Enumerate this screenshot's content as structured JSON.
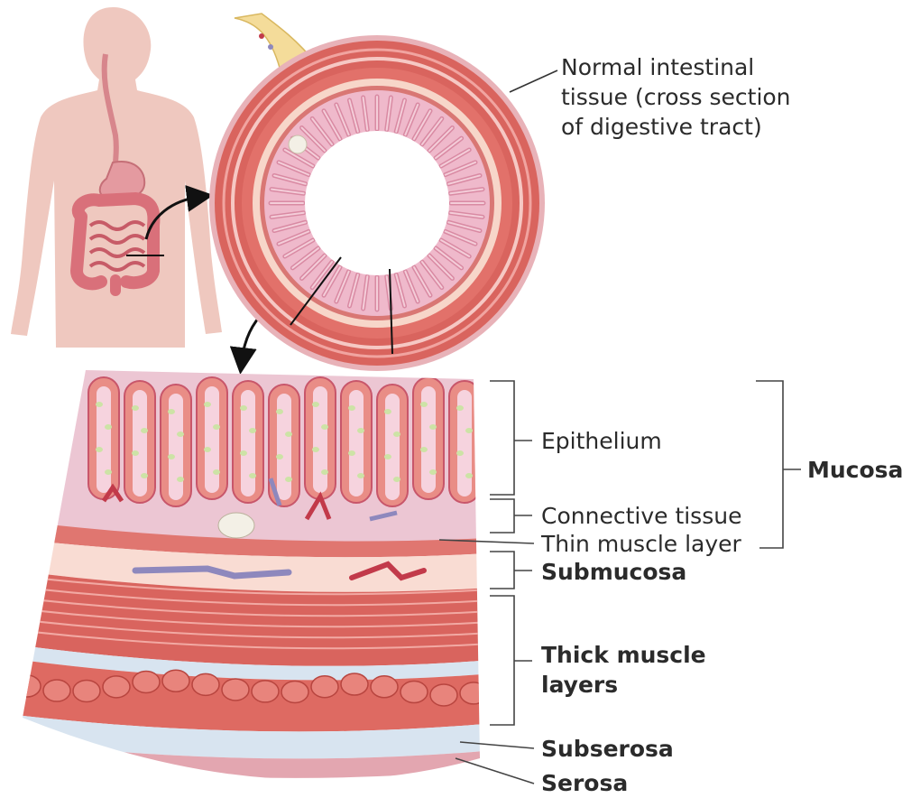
{
  "labels": {
    "normal_tissue": [
      "Normal intestinal",
      "tissue (cross section",
      "of digestive tract)"
    ],
    "epithelium": "Epithelium",
    "connective_tissue": "Connective tissue",
    "thin_muscle": "Thin muscle layer",
    "mucosa": "Mucosa",
    "submucosa": "Submucosa",
    "thick_muscle": [
      "Thick muscle",
      "layers"
    ],
    "subserosa": "Subserosa",
    "serosa": "Serosa"
  },
  "colors": {
    "skin": "#efc8bf",
    "muscle": "#d9645e",
    "muscle_light": "#e98d86",
    "mucosa_pink": "#f0b4c4",
    "submucosa": "#f9dcd3",
    "subserosa": "#d8e4f0",
    "serosa": "#e3a6b0",
    "vessel_red": "#c23a4a",
    "vessel_blue": "#8e88bd",
    "leader": "#333333"
  }
}
